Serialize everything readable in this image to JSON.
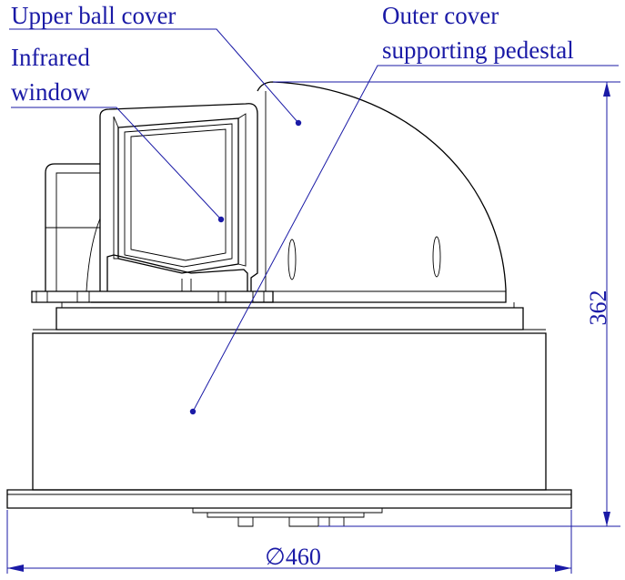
{
  "labels": {
    "upper_ball_cover": "Upper ball cover",
    "outer_cover_line1": "Outer cover",
    "outer_cover_line2": "supporting pedestal",
    "infrared_line1": "Infrared",
    "infrared_line2": "window"
  },
  "dimensions": {
    "height": "362",
    "diameter": "∅460"
  },
  "colors": {
    "annotation": "#1a1aa6",
    "outline": "#000000"
  }
}
